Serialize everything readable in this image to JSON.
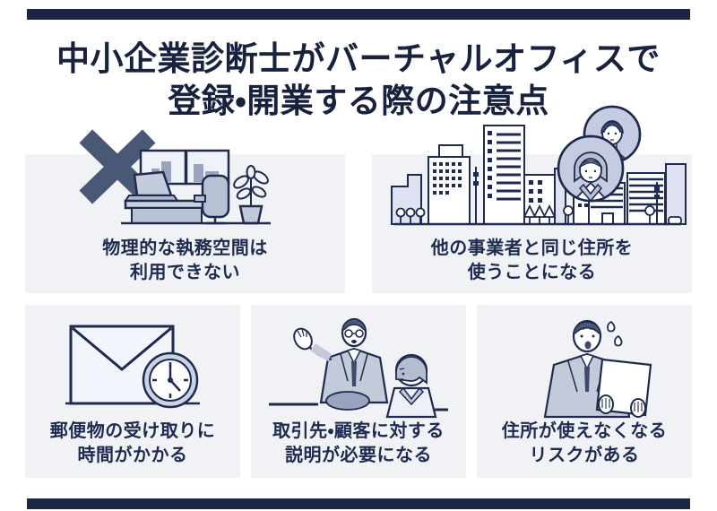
{
  "page": {
    "background": "#ffffff",
    "accent_navy": "#1b2546",
    "outline_navy": "#1f2b4e",
    "text_navy": "#1e2b50",
    "card_background": "#f1f2f5",
    "slate_x": "#4a5878",
    "lavender_fill": "#c5cce1",
    "light_fill": "#f0f2fa"
  },
  "title": {
    "line1": "中小企業診断士がバーチャルオフィスで",
    "line2": "登録・開業する際の注意点"
  },
  "cards": [
    {
      "id": "no-physical-workspace",
      "icon": "desk-with-x-icon",
      "caption_line1": "物理的な執務空間は",
      "caption_line2": "利用できない"
    },
    {
      "id": "shared-address",
      "icon": "city-shared-address-icon",
      "caption_line1": "他の事業者と同じ住所を",
      "caption_line2": "使うことになる"
    },
    {
      "id": "mail-delay",
      "icon": "envelope-clock-icon",
      "caption_line1": "郵便物の受け取りに",
      "caption_line2": "時間がかかる"
    },
    {
      "id": "explanation-needed",
      "icon": "consultant-explaining-icon",
      "caption_line1": "取引先・顧客に対する",
      "caption_line2": "説明が必要になる"
    },
    {
      "id": "address-loss-risk",
      "icon": "worried-man-icon",
      "caption_line1": "住所が使えなくなる",
      "caption_line2": "リスクがある"
    }
  ]
}
